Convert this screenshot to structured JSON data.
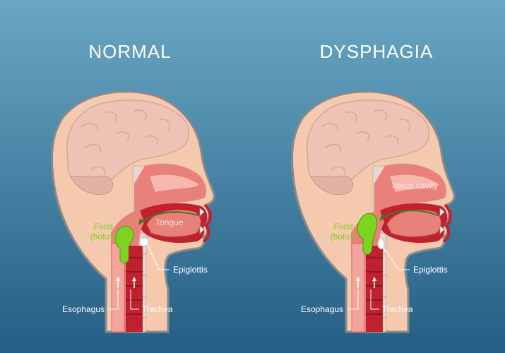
{
  "panels": [
    {
      "title": "NORMAL",
      "labels": {
        "food_line1": "Food",
        "food_line2": "(bolus)",
        "tongue": "Tongue",
        "epiglottis": "Epiglottis",
        "esophagus": "Esophagus",
        "trachea": "Trachea"
      }
    },
    {
      "title": "DYSPHAGIA",
      "labels": {
        "nasal_cavity": "Nasal cavity",
        "food_line1": "Food",
        "food_line2": "(bolus)",
        "epiglottis": "Epiglottis",
        "esophagus": "Esophagus",
        "trachea": "Trachea"
      }
    }
  ],
  "colors": {
    "background_top": "#6aa7c4",
    "background_bottom": "#245e84",
    "skin": "#f4c9ad",
    "head_outline": "#8a8a8a",
    "brain": "#ecc3b4",
    "tissue": "#e8817a",
    "mucosa": "#f3a59d",
    "trachea": "#c0212e",
    "bolus": "#7ed321",
    "label_text": "#ffffff",
    "food_text": "#7ed321"
  }
}
